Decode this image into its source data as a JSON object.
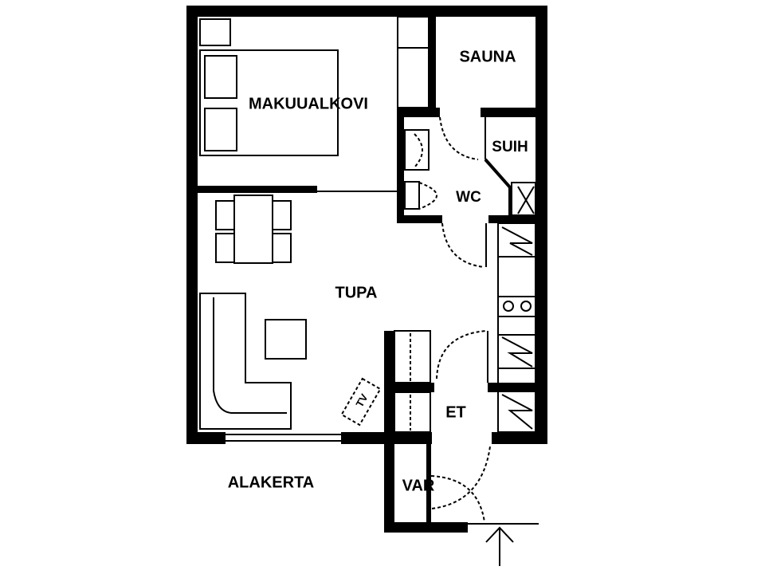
{
  "floor_plan": {
    "rooms": {
      "sauna": "SAUNA",
      "bedroom": "MAKUUALKOVI",
      "shower": "SUIH",
      "toilet": "WC",
      "living": "TUPA",
      "hall": "ET",
      "storage": "VAR"
    },
    "tv_label": "TV",
    "floor_label": "ALAKERTA"
  }
}
